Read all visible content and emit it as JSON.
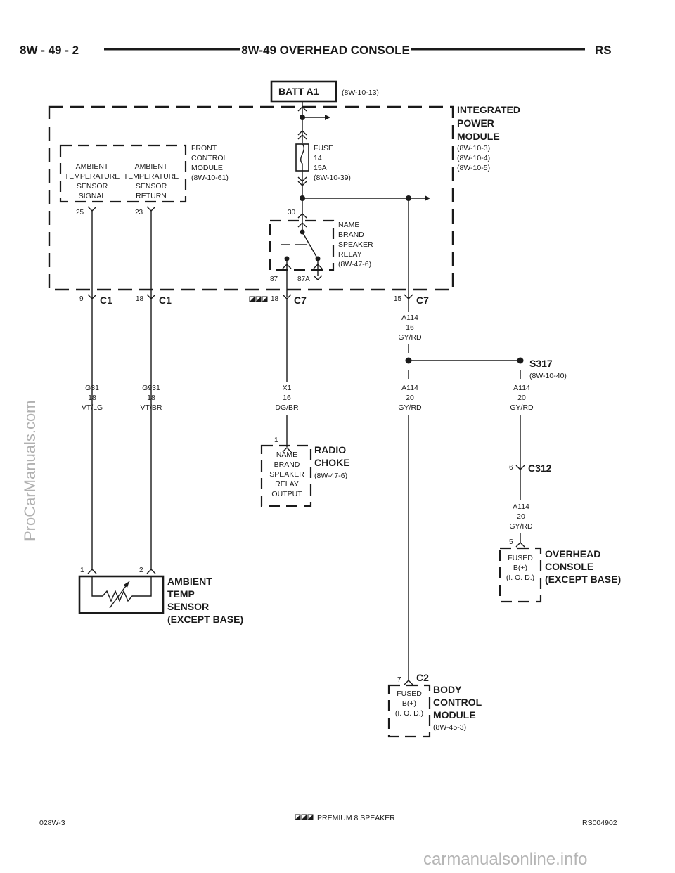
{
  "header": {
    "page_number": "8W - 49 - 2",
    "title": "8W-49 OVERHEAD CONSOLE",
    "model": "RS"
  },
  "batt": {
    "label": "BATT A1",
    "ref": "(8W-10-13)"
  },
  "ipm": {
    "name_lines": [
      "INTEGRATED",
      "POWER",
      "MODULE"
    ],
    "refs": [
      "(8W-10-3)",
      "(8W-10-4)",
      "(8W-10-5)"
    ],
    "fuse_lines": [
      "FUSE",
      "14",
      "15A",
      "(8W-10-39)"
    ],
    "relay_lines": [
      "NAME",
      "BRAND",
      "SPEAKER",
      "RELAY",
      "(8W-47-6)"
    ],
    "relay_pin_in": "30",
    "relay_pin_87": "87",
    "relay_pin_87a": "87A"
  },
  "fcm": {
    "name_lines": [
      "FRONT",
      "CONTROL",
      "MODULE",
      "(8W-10-61)"
    ],
    "signal_lines": [
      "AMBIENT",
      "TEMPERATURE",
      "SENSOR",
      "SIGNAL"
    ],
    "return_lines": [
      "AMBIENT",
      "TEMPERATURE",
      "SENSOR",
      "RETURN"
    ],
    "pin_signal": "25",
    "pin_return": "23"
  },
  "connectors": {
    "c1a": {
      "pin": "9",
      "name": "C1"
    },
    "c1b": {
      "pin": "18",
      "name": "C1"
    },
    "c7a": {
      "pin": "18",
      "name": "C7"
    },
    "c7b": {
      "pin": "15",
      "name": "C7"
    },
    "c312": {
      "pin": "6",
      "name": "C312"
    },
    "c2": {
      "pin": "7",
      "name": "C2"
    }
  },
  "wires": {
    "g31": [
      "G31",
      "18",
      "VT/LG"
    ],
    "g931": [
      "G931",
      "18",
      "VT/BR"
    ],
    "x1": [
      "X1",
      "16",
      "DG/BR"
    ],
    "a114_top": [
      "A114",
      "16",
      "GY/RD"
    ],
    "a114_bcm": [
      "A114",
      "20",
      "GY/RD"
    ],
    "a114_s317": [
      "A114",
      "20",
      "GY/RD"
    ],
    "a114_ohc": [
      "A114",
      "20",
      "GY/RD"
    ]
  },
  "splice": {
    "name": "S317",
    "ref": "(8W-10-40)"
  },
  "radio_choke": {
    "pin": "1",
    "name_lines": [
      "RADIO",
      "CHOKE"
    ],
    "ref": "(8W-47-6)",
    "inner_lines": [
      "NAME",
      "BRAND",
      "SPEAKER",
      "RELAY",
      "OUTPUT"
    ]
  },
  "ambient_sensor": {
    "pin1": "1",
    "pin2": "2",
    "name_lines": [
      "AMBIENT",
      "TEMP",
      "SENSOR",
      "(EXCEPT BASE)"
    ]
  },
  "overhead_console": {
    "pin": "5",
    "name_lines": [
      "OVERHEAD",
      "CONSOLE",
      "(EXCEPT BASE)"
    ],
    "inner_lines": [
      "FUSED",
      "B(+)",
      "(I. O. D.)"
    ]
  },
  "bcm": {
    "name_lines": [
      "BODY",
      "CONTROL",
      "MODULE"
    ],
    "ref": "(8W-45-3)",
    "inner_lines": [
      "FUSED",
      "B(+)",
      "(I. O. D.)"
    ]
  },
  "footer": {
    "left_code": "028W-3",
    "legend_text": "PREMIUM 8 SPEAKER",
    "right_code": "RS004902"
  },
  "watermarks": {
    "left": "ProCarManuals.com",
    "bottom": "carmanualsonline.info"
  }
}
